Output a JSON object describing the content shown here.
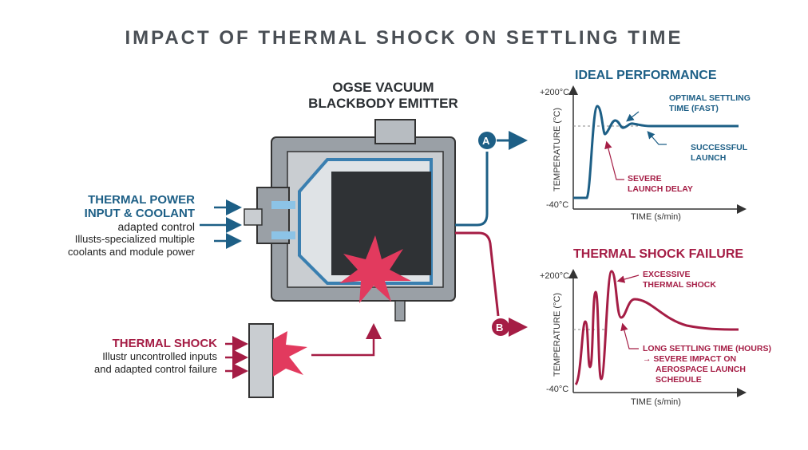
{
  "title": "IMPACT OF THERMAL SHOCK ON SETTLING TIME",
  "device": {
    "title_line1": "OGSE VACUUM",
    "title_line2": "BLACKBODY EMITTER"
  },
  "input": {
    "heading_line1": "THERMAL POWER",
    "heading_line2": "INPUT & COOLANT",
    "sub1": "adapted control",
    "sub2": "Illusts-specialized multiple",
    "sub3": "coolants and module power"
  },
  "shock": {
    "heading": "THERMAL SHOCK",
    "sub1": "Illustr  uncontrolled inputs",
    "sub2": "and adapted control failure"
  },
  "markers": {
    "a": "A",
    "b": "B"
  },
  "ideal": {
    "title": "IDEAL PERFORMANCE",
    "y_top": "+200°C",
    "y_bottom": "-40°C",
    "ylabel": "TEMPERATURE (°C)",
    "xlabel": "TIME (s/min)",
    "ann1_l1": "OPTIMAL SETTLING",
    "ann1_l2": "TIME (FAST)",
    "ann2_l1": "SUCCESSFUL",
    "ann2_l2": "LAUNCH",
    "ann3_l1": "SEVERE",
    "ann3_l2": "LAUNCH DELAY"
  },
  "failure": {
    "title": "THERMAL SHOCK FAILURE",
    "y_top": "+200°C",
    "y_bottom": "-40°C",
    "ylabel": "TEMPERATURE (°C)",
    "xlabel": "TIME (s/min)",
    "ann1_l1": "EXCESSIVE",
    "ann1_l2": "THERMAL SHOCK",
    "ann2_l1": "LONG SETTLING TIME (HOURS)",
    "ann2_l2": "→ SEVERE IMPACT ON",
    "ann2_l3": "AEROSPACE LAUNCH",
    "ann2_l4": "SCHEDULE"
  },
  "colors": {
    "blue": "#1d5f86",
    "red": "#a51d45",
    "grey": "#4a4f55"
  }
}
